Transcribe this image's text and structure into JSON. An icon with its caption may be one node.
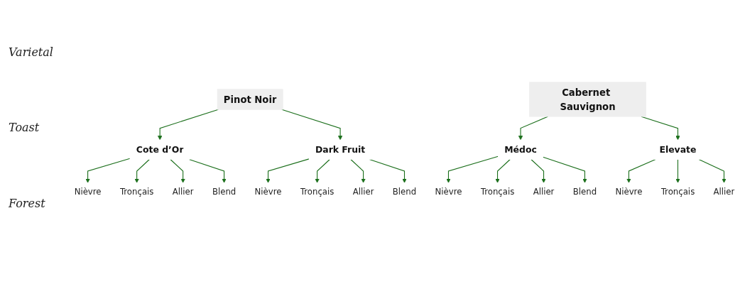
{
  "diagram": {
    "nodes": [
      {
        "text": [
          "Pinot Noir"
        ]
      },
      {
        "text": [
          "Cabernet Sauvignon"
        ]
      },
      {
        "text": [
          "Cote d’Or"
        ]
      },
      {
        "text": [
          "Dark Fruit"
        ]
      },
      {
        "text": [
          "Médoc"
        ]
      },
      {
        "text": [
          "Elevate"
        ]
      },
      {
        "text": [
          "Nièvre"
        ]
      },
      {
        "text": [
          "Tronçais"
        ]
      },
      {
        "text": [
          "Allier"
        ]
      },
      {
        "text": [
          "Blend"
        ]
      },
      {
        "text": [
          "Nièvre"
        ]
      },
      {
        "text": [
          "Tronçais"
        ]
      },
      {
        "text": [
          "Allier"
        ]
      },
      {
        "text": [
          "Blend"
        ]
      },
      {
        "text": [
          "Nièvre"
        ]
      },
      {
        "text": [
          "Tronçais"
        ]
      },
      {
        "text": [
          "Allier"
        ]
      },
      {
        "text": [
          "Blend"
        ]
      },
      {
        "text": [
          "Nièvre"
        ]
      },
      {
        "text": [
          "Tronçais"
        ]
      },
      {
        "text": [
          "Allier"
        ]
      }
    ],
    "edges": [
      {
        "from": 0,
        "to": 2,
        "arrow": "to"
      },
      {
        "from": 0,
        "to": 3,
        "arrow": "to"
      },
      {
        "from": 1,
        "to": 4,
        "arrow": "to"
      },
      {
        "from": 1,
        "to": 5,
        "arrow": "to"
      },
      {
        "from": 2,
        "to": 6,
        "arrow": "to"
      },
      {
        "from": 2,
        "to": 7,
        "arrow": "to"
      },
      {
        "from": 2,
        "to": 8,
        "arrow": "to"
      },
      {
        "from": 2,
        "to": 9,
        "arrow": "to"
      },
      {
        "from": 3,
        "to": 10,
        "arrow": "to"
      },
      {
        "from": 3,
        "to": 11,
        "arrow": "to"
      },
      {
        "from": 3,
        "to": 12,
        "arrow": "to"
      },
      {
        "from": 3,
        "to": 13,
        "arrow": "to"
      },
      {
        "from": 4,
        "to": 14,
        "arrow": "to"
      },
      {
        "from": 4,
        "to": 15,
        "arrow": "to"
      },
      {
        "from": 4,
        "to": 16,
        "arrow": "to"
      },
      {
        "from": 4,
        "to": 17,
        "arrow": "to"
      },
      {
        "from": 5,
        "to": 18,
        "arrow": "to"
      },
      {
        "from": 5,
        "to": 19,
        "arrow": "to"
      },
      {
        "from": 5,
        "to": 20,
        "arrow": "to"
      }
    ],
    "labels": [
      "Varietal",
      "Toast",
      "Forest"
    ]
  }
}
